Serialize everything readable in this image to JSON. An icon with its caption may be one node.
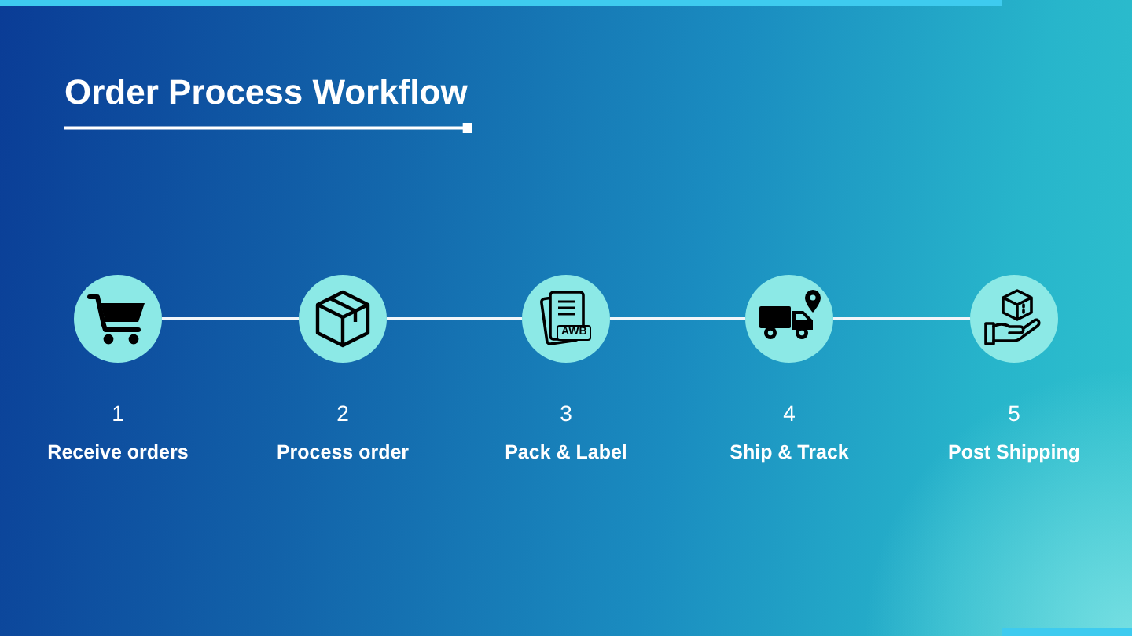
{
  "diagram": {
    "title": "Order Process Workflow",
    "nodes": [
      {
        "text": [],
        "shape": "circle",
        "beside": [
          "1",
          "Receive orders"
        ]
      },
      {
        "text": [],
        "shape": "circle",
        "beside": [
          "2",
          "Process order"
        ]
      },
      {
        "text": [],
        "shape": "circle",
        "beside": [
          "3",
          "Pack & Label"
        ]
      },
      {
        "text": [],
        "shape": "circle",
        "beside": [
          "4",
          "Ship & Track"
        ]
      },
      {
        "text": [],
        "shape": "circle",
        "beside": [
          "5",
          "Post Shipping"
        ]
      }
    ],
    "edges": [
      {
        "from": 0,
        "to": 1,
        "arrow": "none"
      },
      {
        "from": 1,
        "to": 2,
        "arrow": "none"
      },
      {
        "from": 2,
        "to": 3,
        "arrow": "none"
      },
      {
        "from": 3,
        "to": 4,
        "arrow": "none"
      }
    ],
    "labels": [
      "AWB"
    ]
  }
}
